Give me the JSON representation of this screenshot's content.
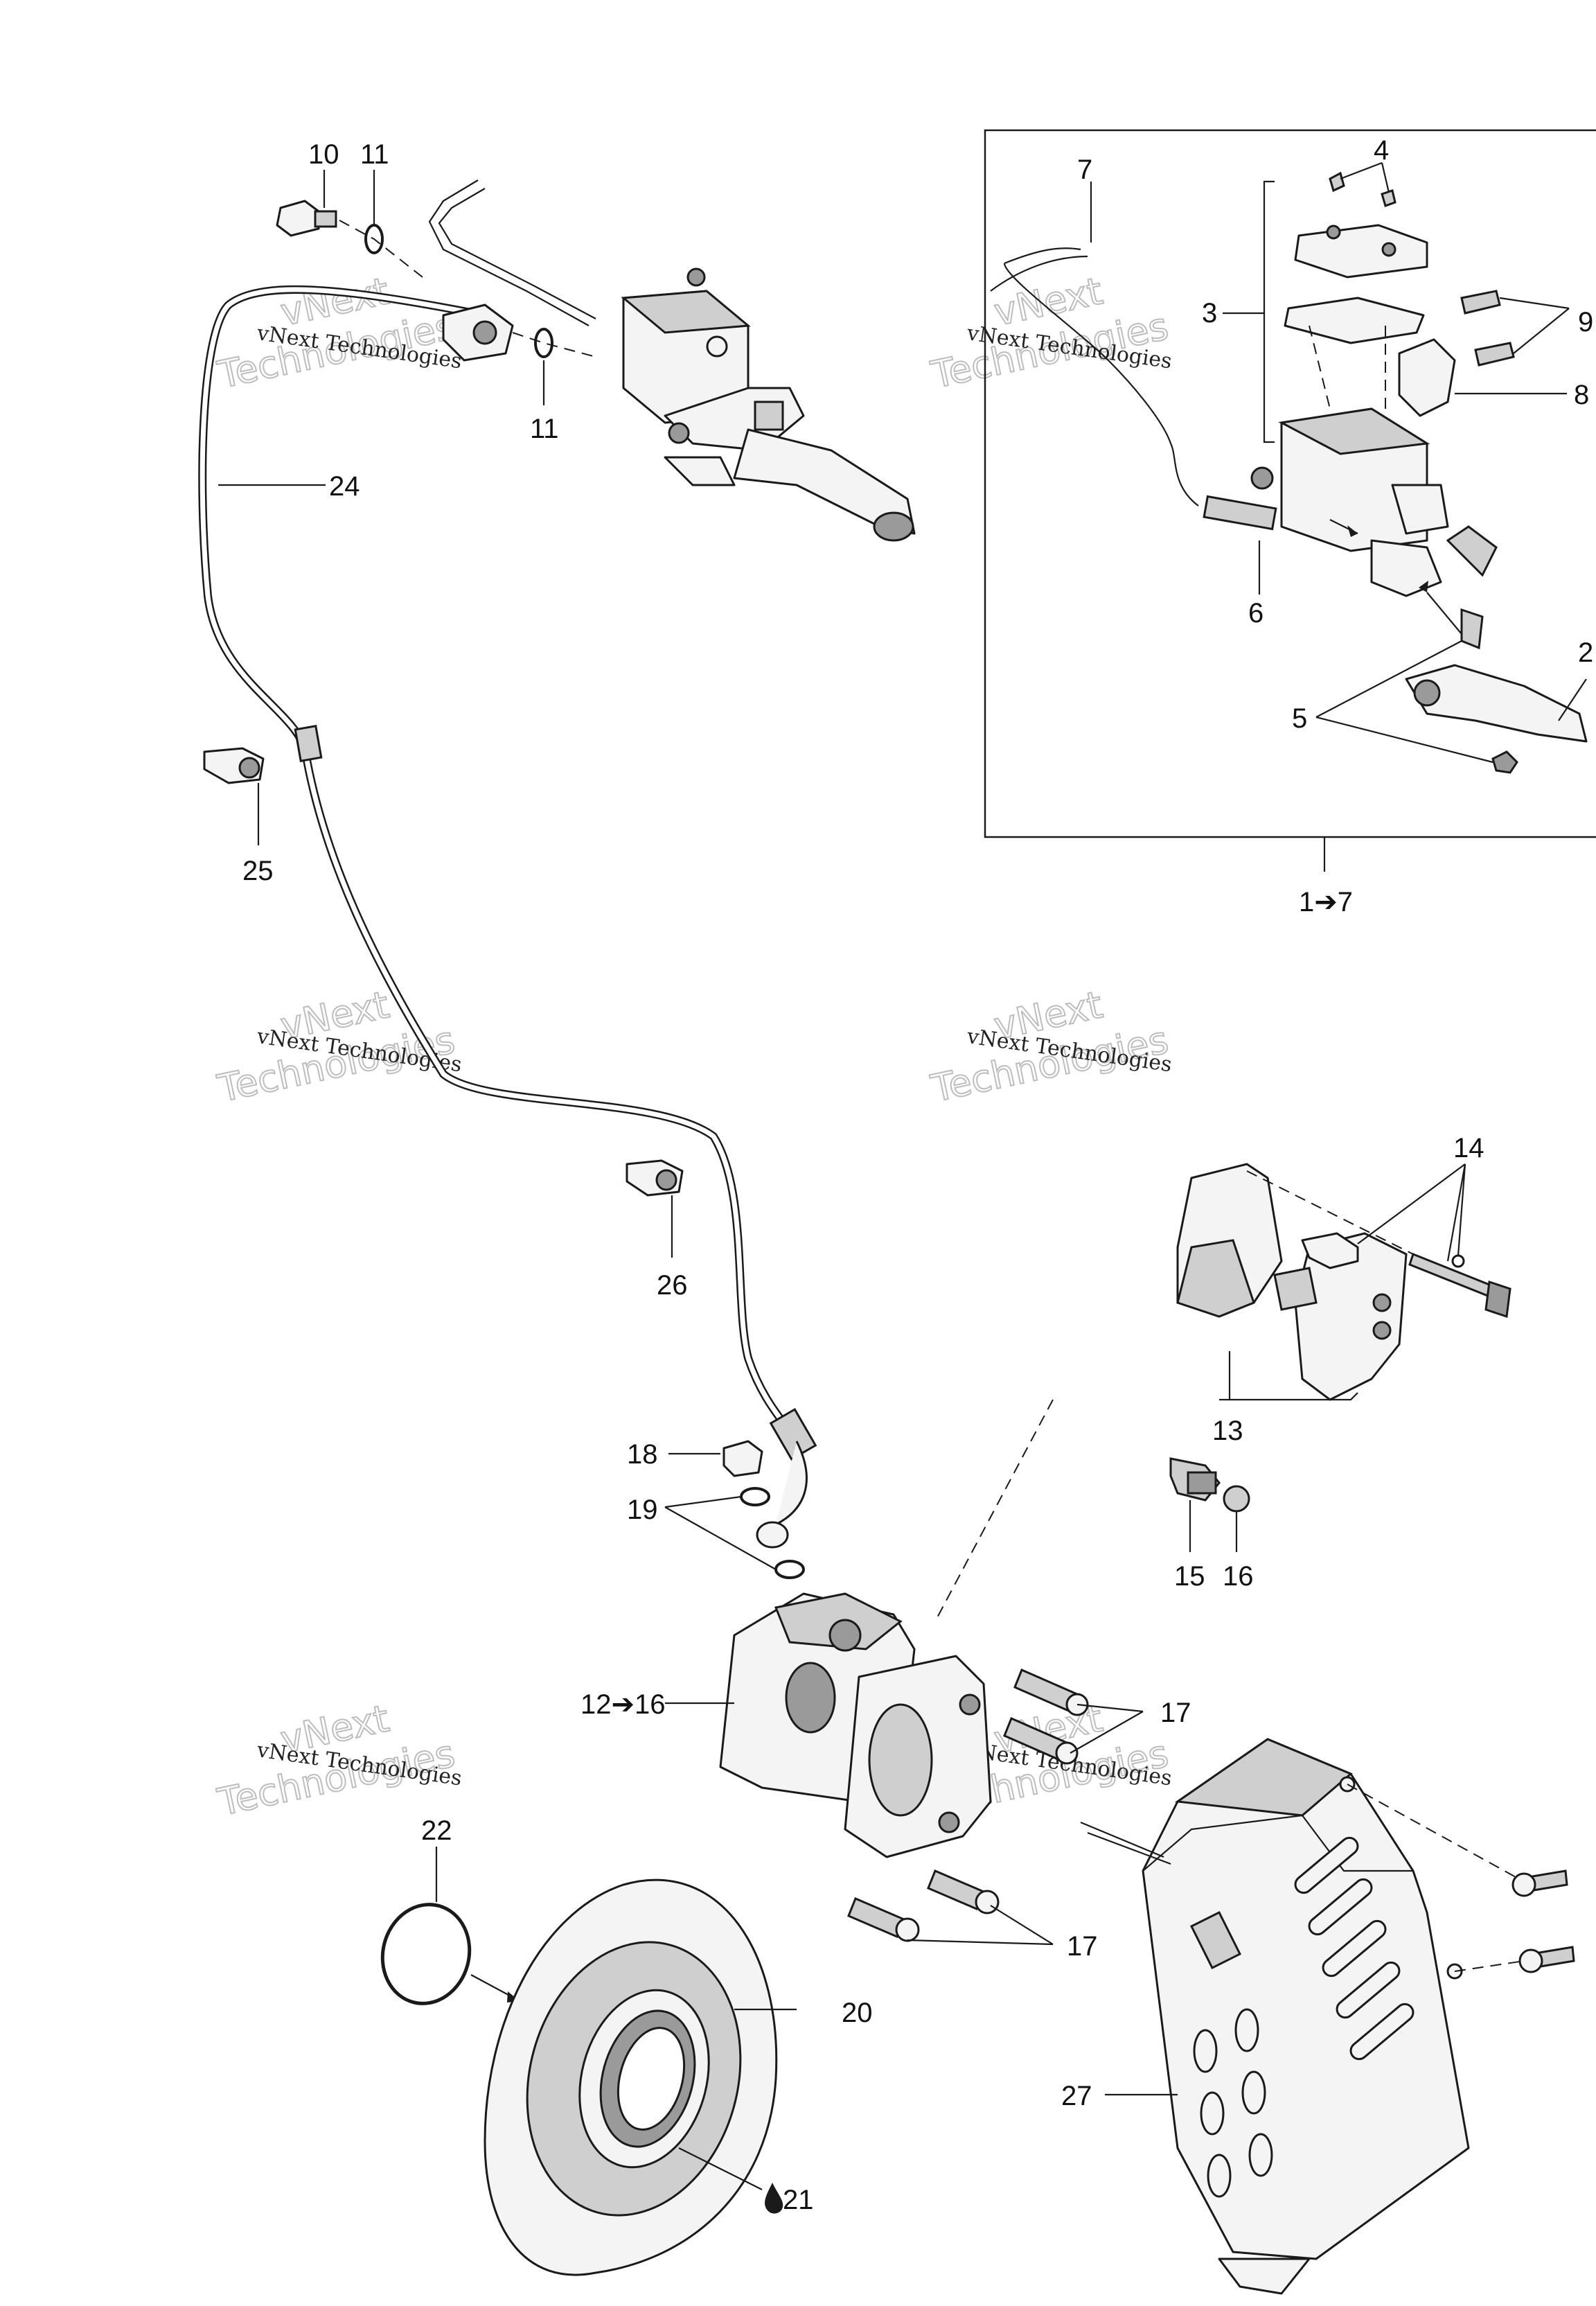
{
  "diagram": {
    "callouts": {
      "c10": "10",
      "c11a": "11",
      "c11b": "11",
      "c24": "24",
      "c25": "25",
      "c26": "26",
      "c4": "4",
      "c7": "7",
      "c3": "3",
      "c9": "9",
      "c8": "8",
      "c6": "6",
      "c2": "2",
      "c5": "5",
      "c1to7": "1➔7",
      "c14": "14",
      "c13": "13",
      "c18": "18",
      "c19": "19",
      "c15": "15",
      "c16": "16",
      "c12to16": "12➔16",
      "c17a": "17",
      "c17b": "17",
      "c22": "22",
      "c20": "20",
      "c21": "21",
      "c27": "27"
    },
    "watermark": {
      "small": "vNext Technologies",
      "big_top": "vNext",
      "big_bottom": "Technologies"
    }
  }
}
